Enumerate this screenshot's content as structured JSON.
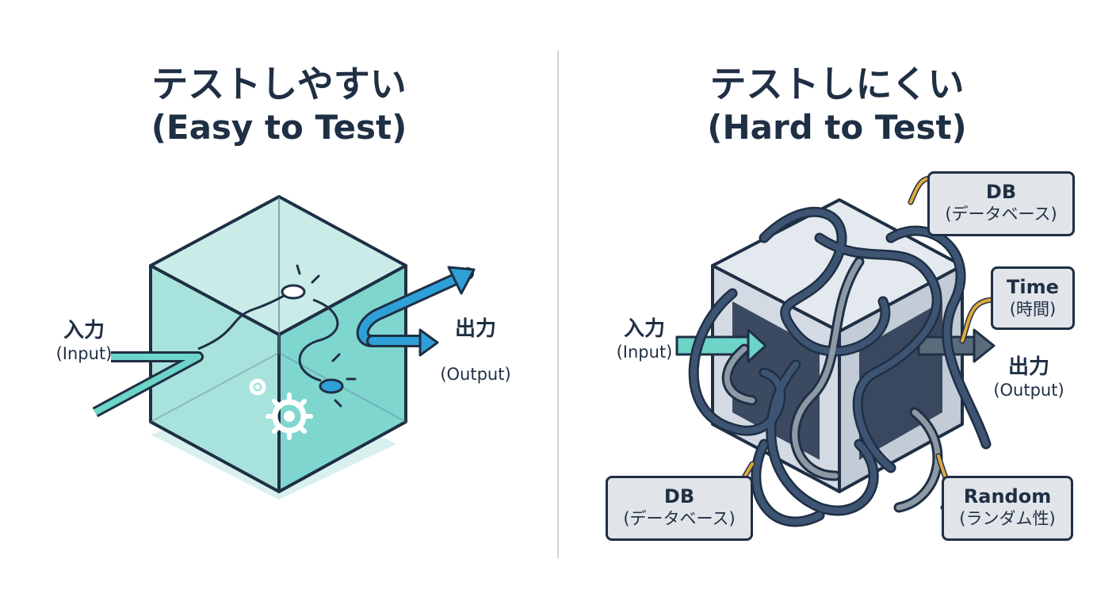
{
  "left": {
    "title_jp": "テストしやすい",
    "title_en": "(Easy to Test)",
    "input_jp": "入力",
    "input_en": "(Input)",
    "output_jp": "出力",
    "output_en": "(Output)"
  },
  "right": {
    "title_jp": "テストしにくい",
    "title_en": "(Hard to Test)",
    "input_jp": "入力",
    "input_en": "(Input)",
    "output_jp": "出力",
    "output_en": "(Output)",
    "tags": {
      "db_top": {
        "a": "DB",
        "b": "(データベース)"
      },
      "time": {
        "a": "Time",
        "b": "(時間)"
      },
      "db_bottom": {
        "a": "DB",
        "b": "(データベース)"
      },
      "random": {
        "a": "Random",
        "b": "(ランダム性)"
      }
    }
  },
  "colors": {
    "ink": "#1f2f44",
    "teal": "#5cc8c0",
    "blue": "#2f9fd8",
    "grey": "#e1e5ea",
    "wire_gold": "#e0a93c"
  }
}
